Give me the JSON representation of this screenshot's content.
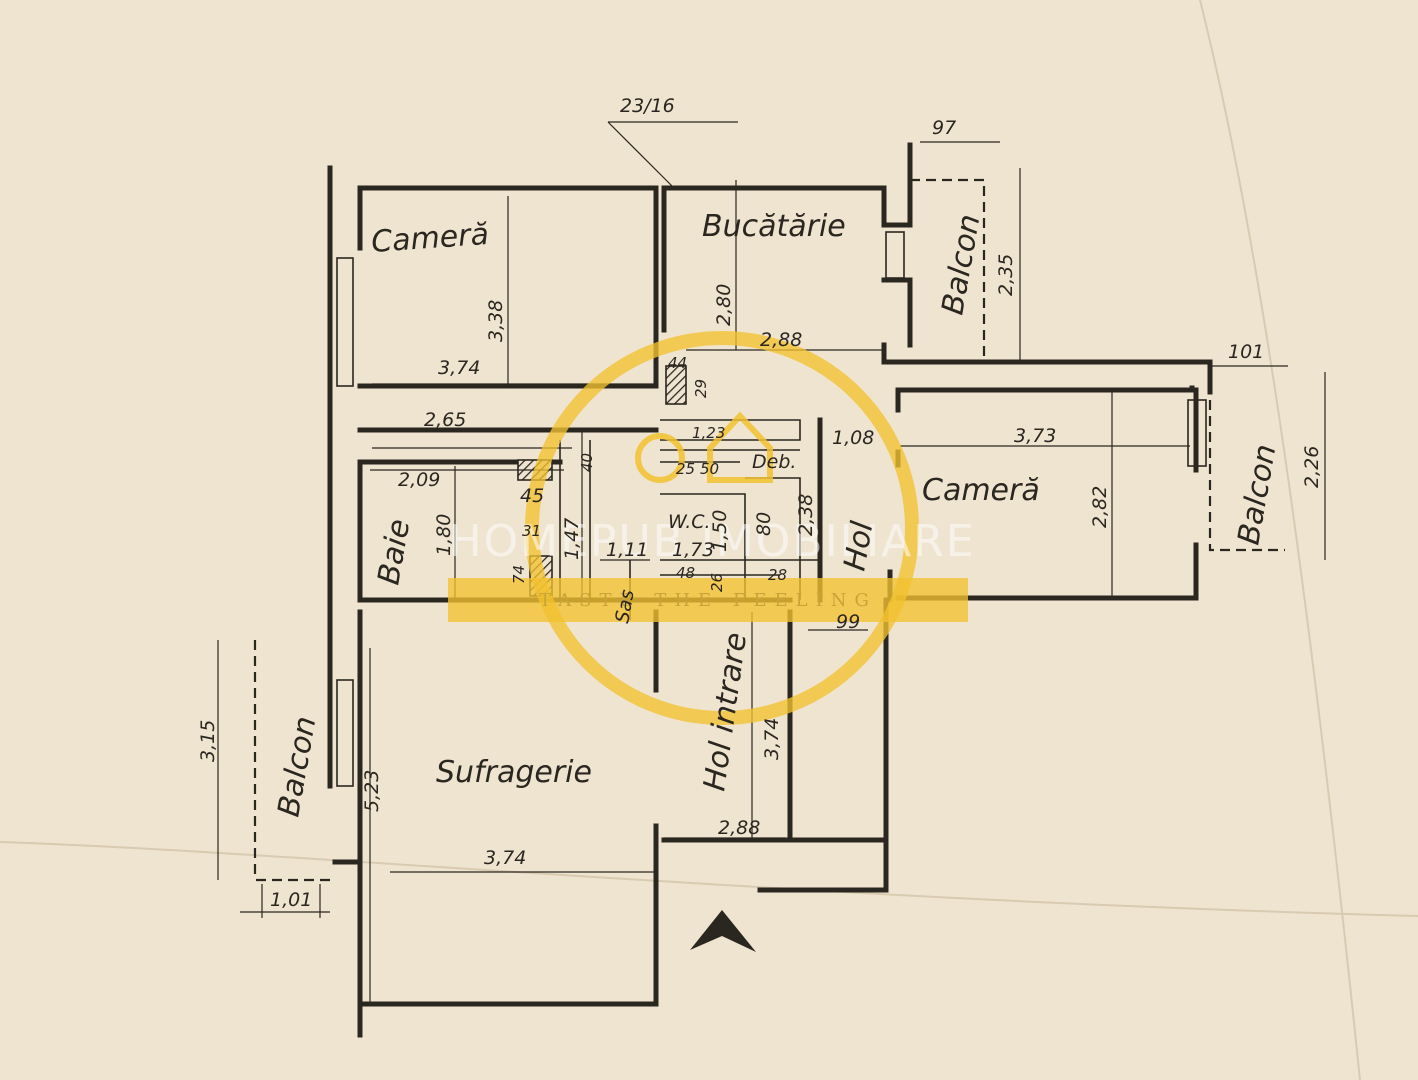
{
  "plot_ref": "23/16",
  "rooms": {
    "camera_top": "Cameră",
    "bucatarie": "Bucătărie",
    "balcon_top": "Balcon",
    "camera_right": "Cameră",
    "balcon_right": "Balcon",
    "baie": "Baie",
    "deb": "Deb.",
    "wc": "W.C.",
    "hol": "Hol",
    "sas": "Sas",
    "hol_intrare": "Hol intrare",
    "sufragerie": "Sufragerie",
    "balcon_left": "Balcon"
  },
  "dimensions": {
    "d97": "97",
    "d235": "2,35",
    "d338": "3,38",
    "d374_top": "3,74",
    "d280": "2,80",
    "d288_top": "2,88",
    "d101_top": "101",
    "d373": "3,73",
    "d282": "2,82",
    "d226": "2,26",
    "d108": "1,08",
    "d265": "2,65",
    "d209": "2,09",
    "d180": "1,80",
    "d45": "45",
    "d147": "1,47",
    "d40": "40",
    "d31": "31",
    "d74": "74",
    "d111": "1,11",
    "d44": "44",
    "d29": "29",
    "d123": "1,23",
    "d25": "25",
    "d50": "50",
    "d173": "1,73",
    "d150": "1,50",
    "d80": "80",
    "d238": "2,38",
    "d48": "48",
    "d26": "26",
    "d28": "28",
    "d99": "99",
    "d374_hol": "3,74",
    "d288_bottom": "2,88",
    "d374_bottom": "3,74",
    "d523": "5,23",
    "d315": "3,15",
    "d101_bottom": "1,01"
  },
  "watermark": {
    "brand": "HOMEPUB IMOBILIARE",
    "tagline": "TASTE THE FEELING",
    "color": "#f2c230"
  },
  "colors": {
    "paper": "#efe4d0",
    "ink": "#2a2620"
  }
}
